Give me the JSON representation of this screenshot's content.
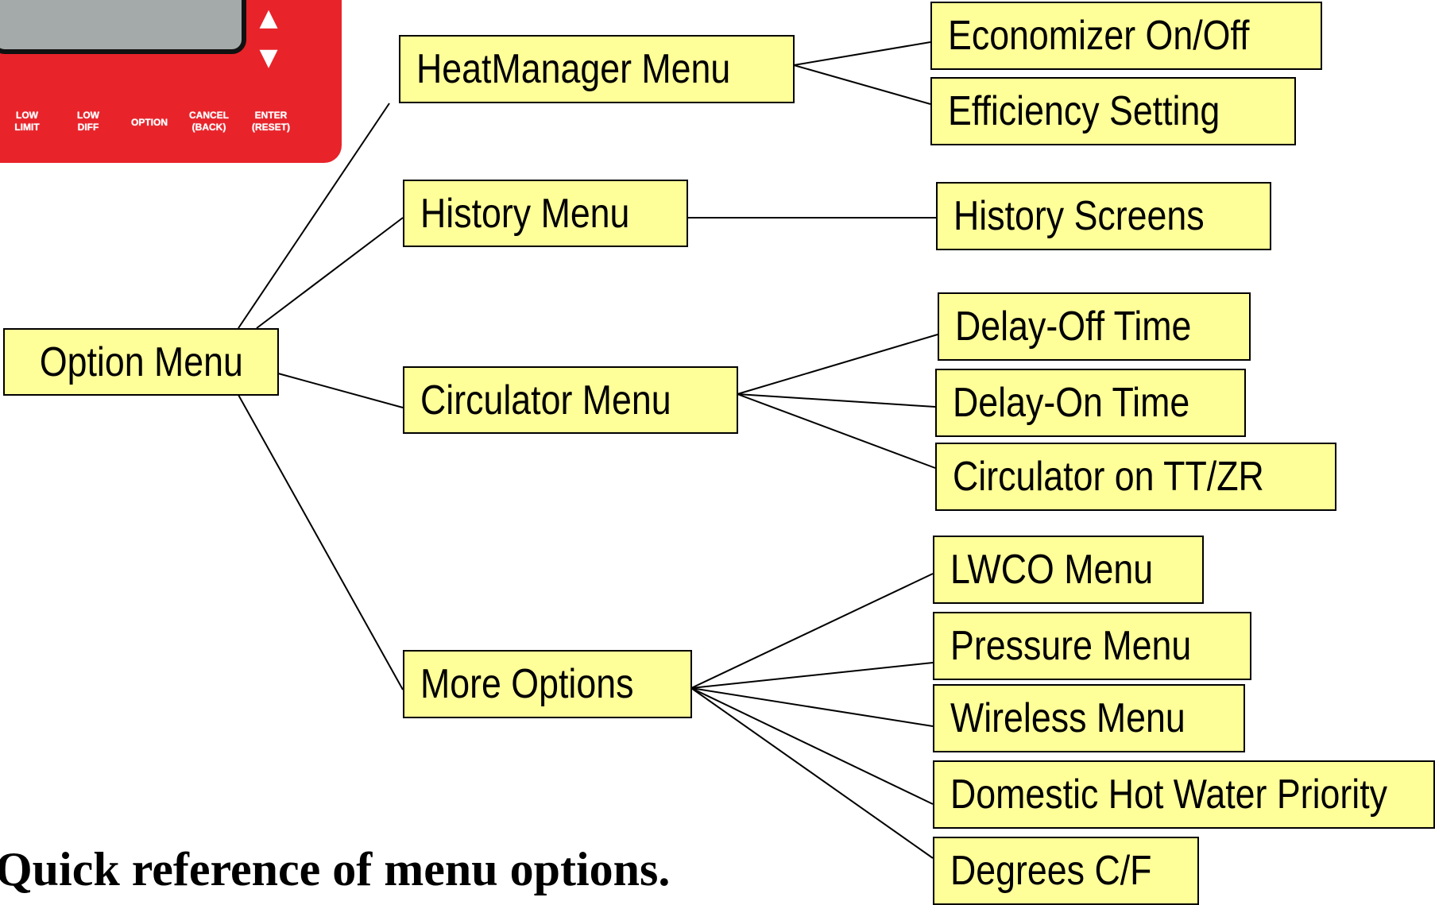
{
  "panel": {
    "buttons": [
      "LOW\nLIMIT",
      "LOW\nDIFF",
      "OPTION",
      "CANCEL\n(BACK)",
      "ENTER\n(RESET)"
    ],
    "up_arrow": "▲",
    "down_arrow": "▼",
    "color": "#e8232a"
  },
  "root": "Option Menu",
  "menus": [
    {
      "label": "HeatManager Menu",
      "children": [
        "Economizer On/Off",
        "Efficiency Setting"
      ]
    },
    {
      "label": "History Menu",
      "children": [
        "History Screens"
      ]
    },
    {
      "label": "Circulator Menu",
      "children": [
        "Delay-Off Time",
        "Delay-On Time",
        "Circulator on TT/ZR"
      ]
    },
    {
      "label": "More Options",
      "children": [
        "LWCO Menu",
        "Pressure Menu",
        "Wireless Menu",
        "Domestic Hot Water Priority",
        "Degrees C/F"
      ]
    }
  ],
  "caption": "Quick reference of menu options.",
  "box_color": "#ffff99"
}
